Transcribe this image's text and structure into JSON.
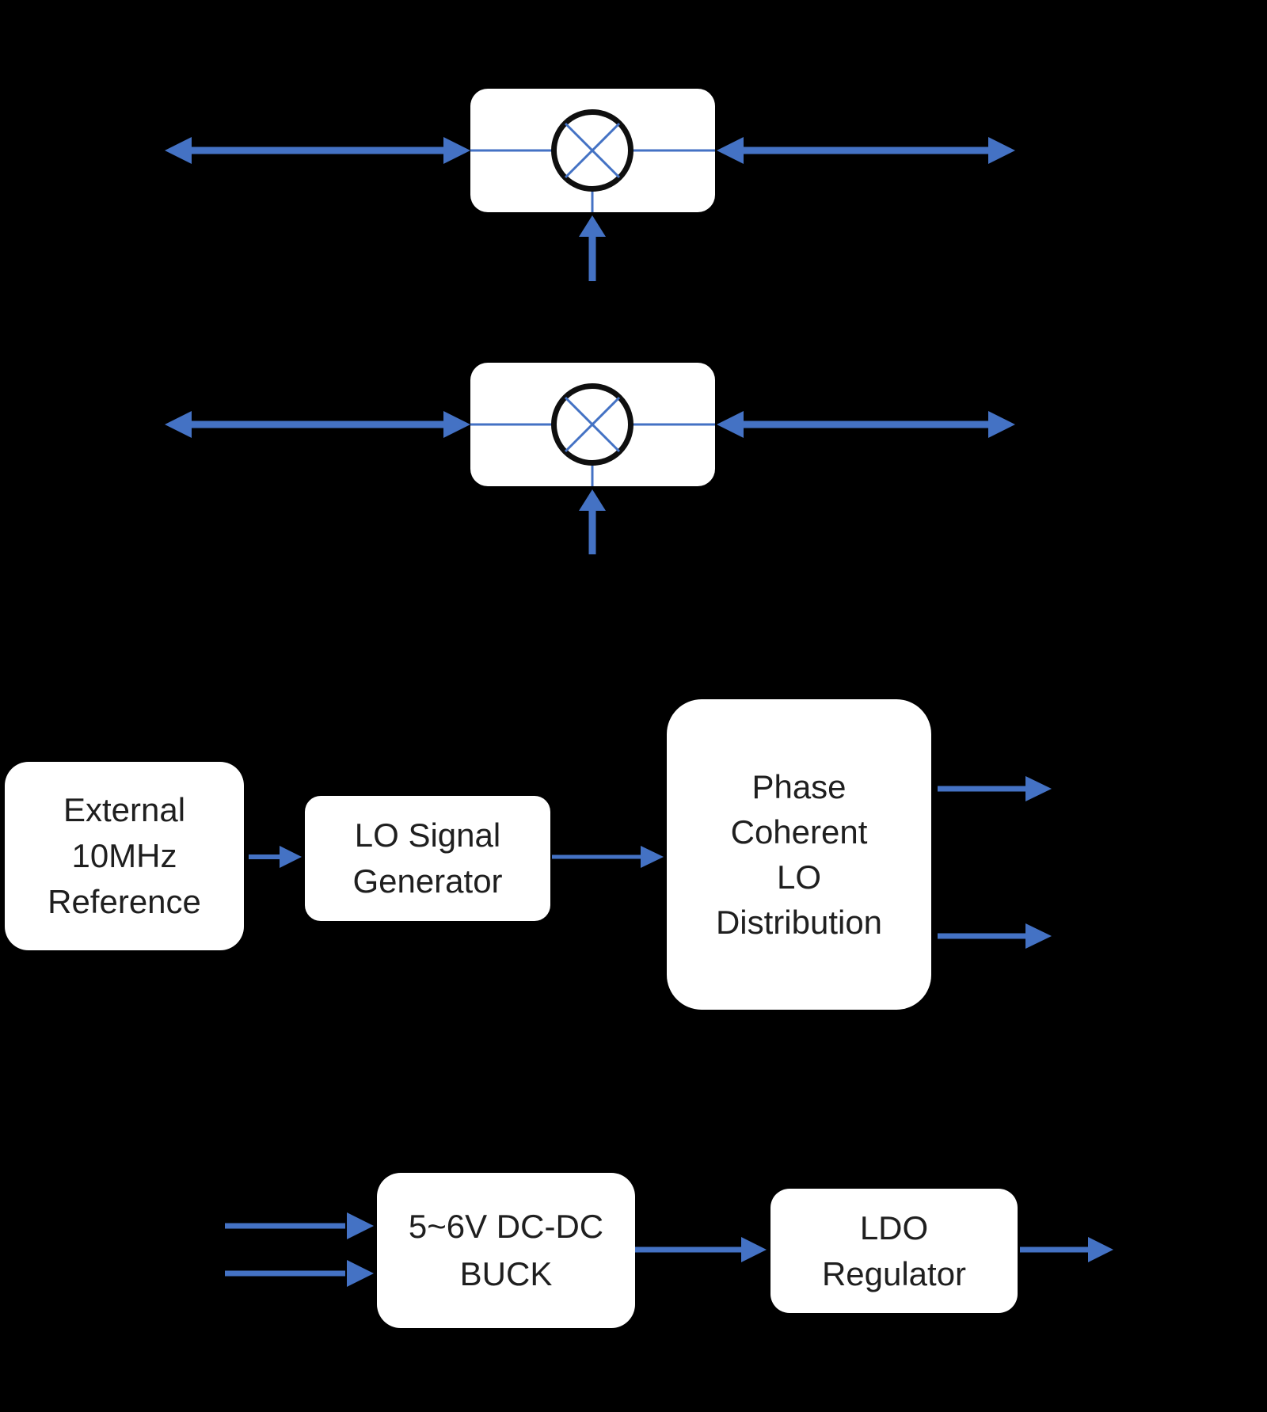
{
  "diagram": {
    "background_color": "#000000",
    "accent_blue": "#4472C4",
    "box_fill": "#ffffff",
    "text_color": "#1f1f1f",
    "mixer_circle_color": "#0f0f0f"
  },
  "blocks": {
    "external_ref": {
      "lines": [
        "External",
        "10MHz",
        "Reference"
      ]
    },
    "lo_signal_gen": {
      "lines": [
        "LO Signal",
        "Generator"
      ]
    },
    "phase_coherent": {
      "lines": [
        "Phase",
        "Coherent",
        "LO",
        "Distribution"
      ]
    },
    "dc_dc_buck": {
      "lines": [
        "5~6V DC-DC",
        "BUCK"
      ]
    },
    "ldo_regulator": {
      "lines": [
        "LDO",
        "Regulator"
      ]
    }
  },
  "icons": {
    "mixer": "mixer-icon (circle with X)"
  }
}
